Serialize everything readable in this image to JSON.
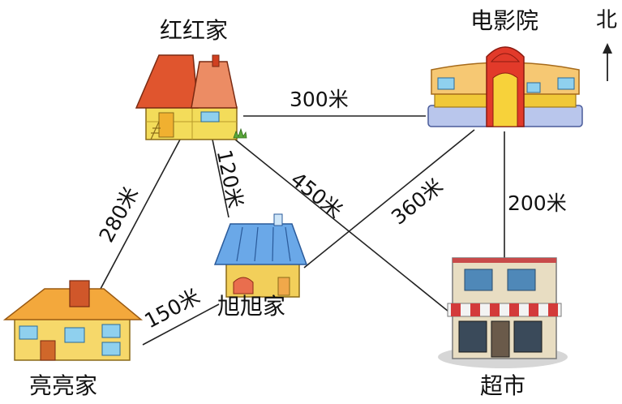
{
  "places": {
    "honghong": "红红家",
    "cinema": "电影院",
    "xuxu": "旭旭家",
    "liangliang": "亮亮家",
    "supermarket": "超市"
  },
  "north": "北",
  "distances": {
    "honghong_cinema": "300米",
    "honghong_xuxu": "120米",
    "honghong_liangliang": "280米",
    "honghong_supermarket": "450米",
    "xuxu_cinema": "360米",
    "cinema_supermarket": "200米",
    "liangliang_xuxu": "150米"
  }
}
